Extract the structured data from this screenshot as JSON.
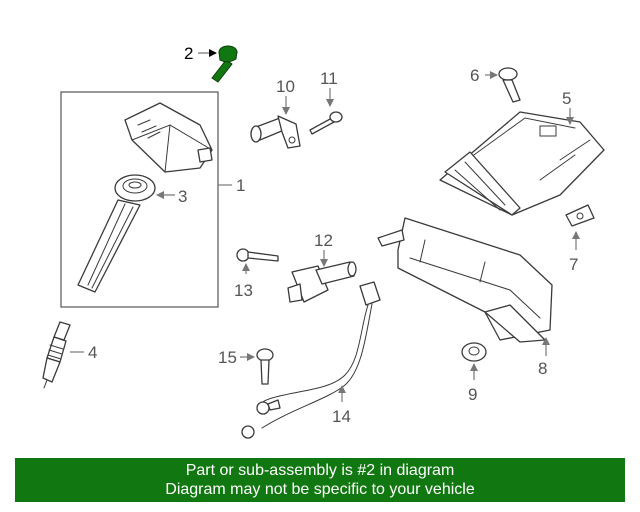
{
  "callouts": {
    "c1": "1",
    "c2": "2",
    "c3": "3",
    "c4": "4",
    "c5": "5",
    "c6": "6",
    "c7": "7",
    "c8": "8",
    "c9": "9",
    "c10": "10",
    "c11": "11",
    "c12": "12",
    "c13": "13",
    "c14": "14",
    "c15": "15"
  },
  "highlight_color": "#117811",
  "banner": {
    "line1": "Part or sub-assembly is #2 in diagram",
    "line2": "Diagram may not be specific to your vehicle",
    "background": "#117811"
  }
}
